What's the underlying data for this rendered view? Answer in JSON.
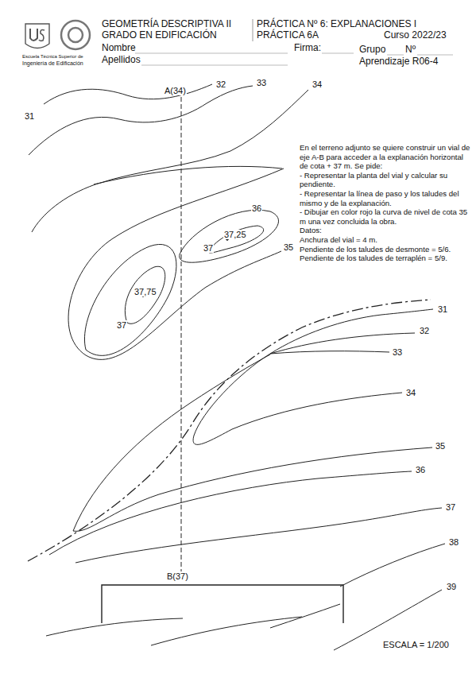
{
  "diagram": {
    "labels": [
      "GEOMETRÍA DESCRIPTIVA II",
      "GRADO EN EDIFICACIÓN",
      "PRÁCTICA Nº 6: EXPLANACIONES I",
      "PRÁCTICA 6A",
      "Curso 2022/23",
      "Nombre",
      "Apellidos",
      "Firma:",
      "Grupo",
      "Nº",
      "Aprendizaje R06-4",
      "Escuela Técnica Superior de",
      "Ingeniería de Edificación",
      "A(34)",
      "32",
      "33",
      "34",
      "31",
      "36",
      "37,25",
      "37",
      "35",
      "37,75",
      "37",
      "31",
      "32",
      "33",
      "34",
      "35",
      "36",
      "37",
      "38",
      "39",
      "B(37)",
      "En el terreno adjunto se quiere construir un vial de eje A-B para acceder a la explanación horizontal de cota + 37 m. Se pide:",
      "- Representar la planta del vial y calcular su pendiente.",
      "- Representar la línea de paso y los taludes del mismo y de la explanación.",
      "- Dibujar en color rojo la curva de nivel de cota 35 m una vez concluida la obra.",
      "Datos:",
      "Anchura del vial = 4 m.",
      "Pendiente de los taludes de desmonte = 5/6.",
      "Pendiente de los taludes de terraplén = 5/9.",
      "ESCALA = 1/200"
    ]
  }
}
